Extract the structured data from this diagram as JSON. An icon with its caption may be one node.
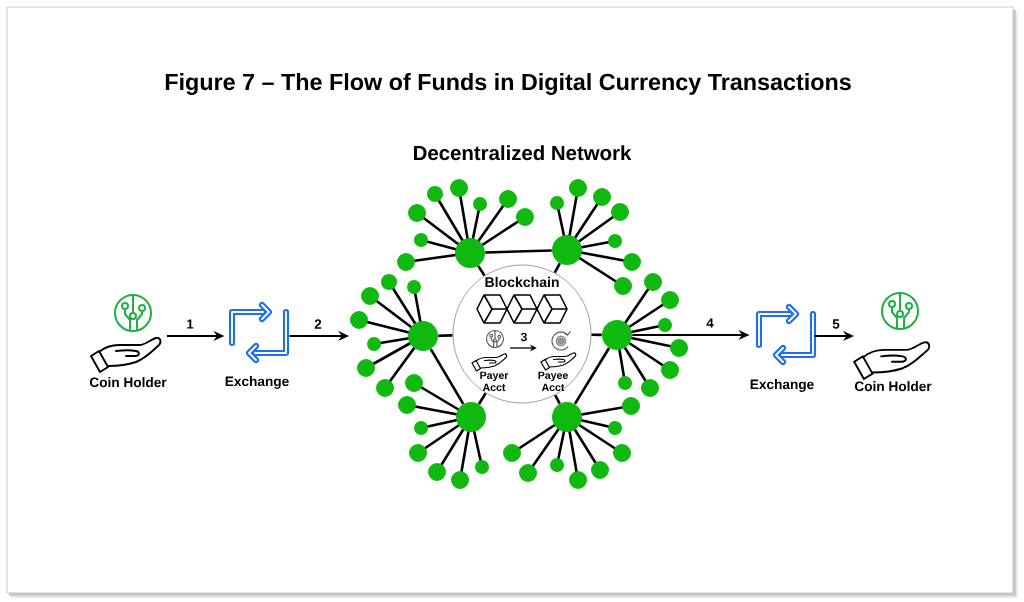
{
  "diagram": {
    "title": "Figure 7 – The Flow of Funds in Digital Currency Transactions",
    "nodes": [
      {
        "text": [
          "Coin Holder"
        ]
      },
      {
        "text": [
          "Exchange"
        ]
      },
      {
        "text": [
          "Decentralized Network"
        ]
      },
      {
        "text": [],
        "shape": "circle",
        "in": 2
      },
      {
        "text": [],
        "shape": "circle",
        "in": 2
      },
      {
        "text": [],
        "shape": "circle",
        "in": 2
      },
      {
        "text": [
          "Blockchain"
        ],
        "in": 2
      },
      {
        "text": [
          "Payer Acct"
        ],
        "in": 6
      },
      {
        "text": [
          "Payee Acct"
        ],
        "in": 6
      },
      {
        "text": [],
        "shape": "circle",
        "in": 2
      },
      {
        "text": [],
        "shape": "circle",
        "in": 2
      },
      {
        "text": [],
        "shape": "circle",
        "in": 2
      },
      {
        "text": [
          "Exchange"
        ]
      },
      {
        "text": [
          "Coin Holder"
        ]
      }
    ],
    "edges": [
      {
        "from": 0,
        "to": 1,
        "arrow": "to",
        "label": "1"
      },
      {
        "from": 1,
        "to": 2,
        "arrow": "to",
        "label": "2"
      },
      {
        "from": 7,
        "to": 8,
        "arrow": "to",
        "label": "3"
      },
      {
        "from": 9,
        "to": 12,
        "arrow": "to",
        "label": "4"
      },
      {
        "from": 12,
        "to": 13,
        "arrow": "to",
        "label": "5"
      },
      {
        "from": 3,
        "to": 4,
        "arrow": "none"
      },
      {
        "from": 3,
        "to": 6,
        "arrow": "none"
      },
      {
        "from": 4,
        "to": 6,
        "arrow": "none"
      },
      {
        "from": 5,
        "to": 6,
        "arrow": "none"
      },
      {
        "from": 9,
        "to": 6,
        "arrow": "none"
      },
      {
        "from": 10,
        "to": 6,
        "arrow": "none"
      },
      {
        "from": 11,
        "to": 6,
        "arrow": "none"
      },
      {
        "from": 5,
        "to": 10,
        "arrow": "none"
      },
      {
        "from": 9,
        "to": 11,
        "arrow": "none"
      }
    ]
  }
}
